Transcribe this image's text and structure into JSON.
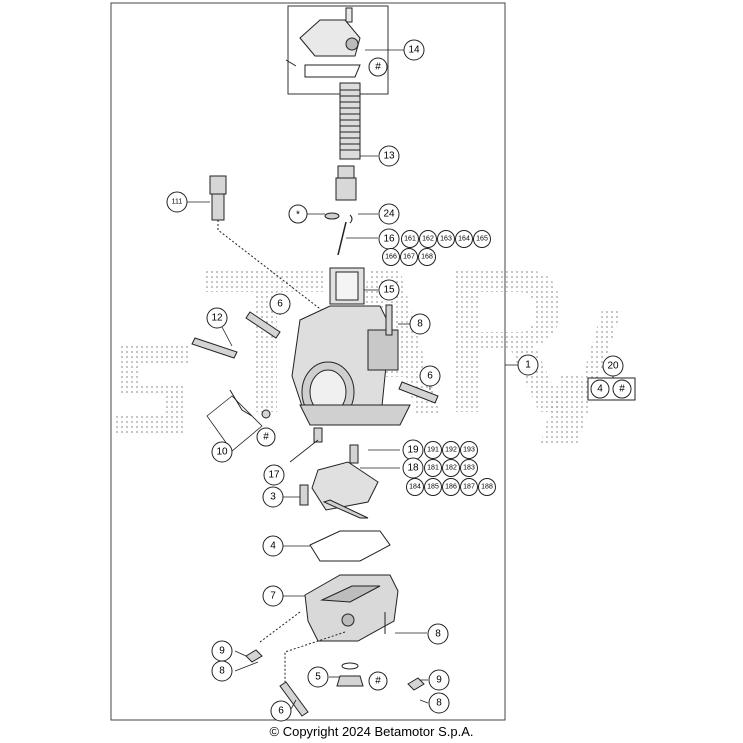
{
  "watermark": {
    "text": "STAR",
    "color": "#9a9a9a"
  },
  "copyright": "© Copyright 2024 Betamotor S.p.A.",
  "callouts": {
    "c14": "14",
    "c13": "13",
    "c111": "111",
    "c_star": "*",
    "c24": "24",
    "c16": "16",
    "c161": "161",
    "c162": "162",
    "c163": "163",
    "c164": "164",
    "c165": "165",
    "c166": "166",
    "c167": "167",
    "c168": "168",
    "c15": "15",
    "c6a": "6",
    "c8a": "8",
    "c12": "12",
    "c1": "1",
    "c20": "20",
    "c20_4": "4",
    "c20_hash": "#",
    "c6b": "6",
    "c10": "10",
    "c10_hash": "#",
    "c19": "19",
    "c191": "191",
    "c192": "192",
    "c193": "193",
    "c18": "18",
    "c181": "181",
    "c182": "182",
    "c183": "183",
    "c184": "184",
    "c185": "185",
    "c186": "186",
    "c187": "187",
    "c188": "188",
    "c17": "17",
    "c3": "3",
    "c4": "4",
    "c7": "7",
    "c8b": "8",
    "c9a": "9",
    "c8c": "8",
    "c5": "5",
    "c5_hash": "#",
    "c9b": "9",
    "c8d": "8",
    "c6c": "6",
    "c14_hash": "#"
  }
}
